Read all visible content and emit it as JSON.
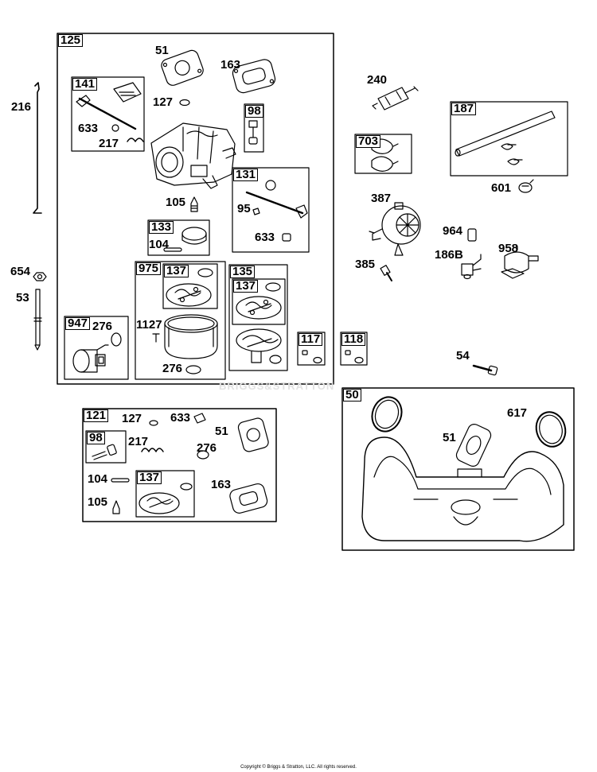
{
  "watermark": "BRIGGS&STRATTON",
  "copyright": "Copyright © Briggs & Stratton, LLC. All rights reserved.",
  "colors": {
    "line": "#000000",
    "background": "#ffffff",
    "watermark": "#dddddd"
  },
  "callouts": {
    "c125": "125",
    "c51a": "51",
    "c163a": "163",
    "c141": "141",
    "c127a": "127",
    "c98a": "98",
    "c633a": "633",
    "c217a": "217",
    "c216": "216",
    "c105a": "105",
    "c131": "131",
    "c95": "95",
    "c633b": "633",
    "c133": "133",
    "c104a": "104",
    "c654": "654",
    "c53": "53",
    "c975": "975",
    "c137a": "137",
    "c135": "135",
    "c137b": "137",
    "c1127": "1127",
    "c947": "947",
    "c276a": "276",
    "c276b": "276",
    "c117": "117",
    "c118": "118",
    "c240": "240",
    "c187": "187",
    "c703": "703",
    "c387": "387",
    "c601": "601",
    "c964": "964",
    "c958": "958",
    "c186b": "186B",
    "c385": "385",
    "c54": "54",
    "c50": "50",
    "c617": "617",
    "c51c": "51",
    "c121": "121",
    "c127b": "127",
    "c633c": "633",
    "c51b": "51",
    "c98b": "98",
    "c217b": "217",
    "c276c": "276",
    "c104b": "104",
    "c137c": "137",
    "c163b": "163",
    "c105b": "105"
  }
}
